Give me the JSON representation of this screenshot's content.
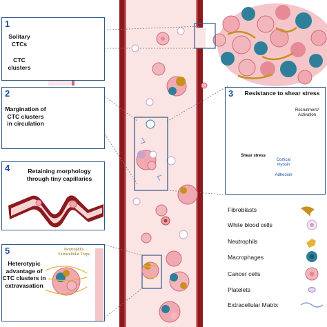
{
  "panels": {
    "p1": {
      "number": "1",
      "solitary_label": "Solitary\nCTCs",
      "clusters_label": "CTC\nclusters"
    },
    "p2": {
      "number": "2",
      "label": "Margination of\nCTC clusters\nin circulation"
    },
    "p3": {
      "number": "3",
      "title": "Resistance to shear stress",
      "recruitment_label": "Recruitment/\nActivation",
      "shear_label": "Shear stress",
      "cortical_label": "Cortical\nmyosin",
      "adhesion_label": "Adhesion"
    },
    "p4": {
      "number": "4",
      "label": "Retaining morphology\nthrough tiny capillaries"
    },
    "p5": {
      "number": "5",
      "label": "Heterotypic\nadvantage of\nCTC clusters in\nextravasation",
      "net_label": "Neutrophils\nExtracellular Traps"
    }
  },
  "legend": {
    "items": [
      {
        "label": "Fibroblasts",
        "icon": "fibroblast-icon"
      },
      {
        "label": "White blood cells",
        "icon": "white-blood-cell-icon"
      },
      {
        "label": "Neutrophils",
        "icon": "neutrophil-icon"
      },
      {
        "label": "Macrophages",
        "icon": "macrophage-icon"
      },
      {
        "label": "Cancer cells",
        "icon": "cancer-cell-icon"
      },
      {
        "label": "Platelets",
        "icon": "platelet-icon"
      },
      {
        "label": "Extracellular Matrix",
        "icon": "extracellular-matrix-icon"
      }
    ]
  },
  "colors": {
    "panel_border": "#2f5a87",
    "number_blue": "#1f4fa0",
    "vessel_wall": "#8b1a1f",
    "vessel_lumen": "#fbe4e4",
    "cancer_cell": "#f2b6bd",
    "macrophage": "#2f7f9a",
    "fibroblast": "#c8911c",
    "neutrophil": "#e6b23a"
  }
}
